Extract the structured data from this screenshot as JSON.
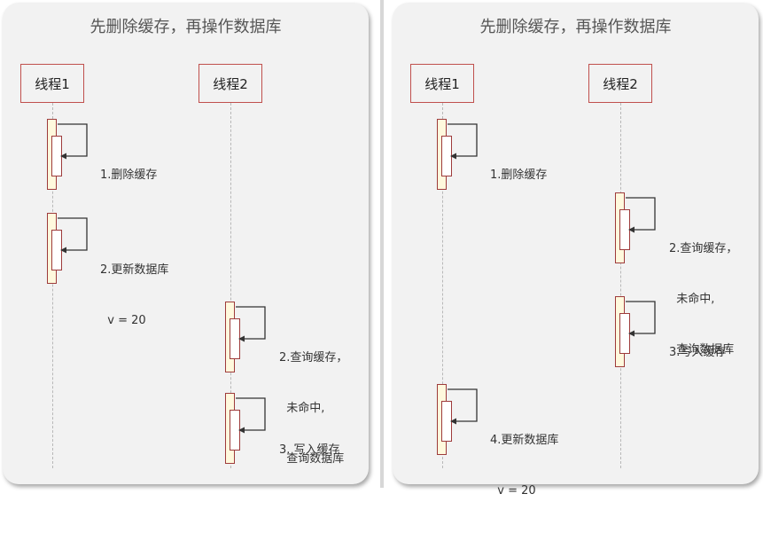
{
  "left_panel": {
    "title": "先删除缓存，再操作数据库",
    "thread1": "线程1",
    "thread2": "线程2",
    "steps": [
      {
        "lines": [
          "1.删除缓存"
        ]
      },
      {
        "lines": [
          "2.更新数据库",
          "  v = 20"
        ]
      },
      {
        "lines": [
          "2.查询缓存，",
          "  未命中,",
          "  查询数据库"
        ]
      },
      {
        "lines": [
          "3. 写入缓存"
        ]
      }
    ]
  },
  "right_panel": {
    "title": "先删除缓存，再操作数据库",
    "thread1": "线程1",
    "thread2": "线程2",
    "steps": [
      {
        "lines": [
          "1.删除缓存"
        ]
      },
      {
        "lines": [
          "2.查询缓存，",
          "  未命中,",
          "  查询数据库"
        ]
      },
      {
        "lines": [
          "3.写入缓存"
        ]
      },
      {
        "lines": [
          "4.更新数据库",
          "  v = 20"
        ]
      }
    ]
  }
}
